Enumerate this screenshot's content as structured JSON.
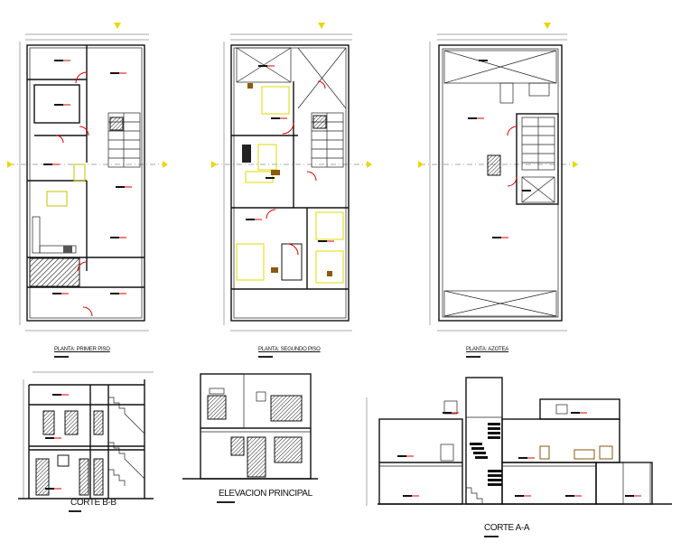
{
  "drawings": {
    "plan_first": {
      "title": "PLANTA: PRIMER PISO"
    },
    "plan_second": {
      "title": "PLANTA: SEGUNDO PISO"
    },
    "plan_roof": {
      "title": "PLANTA: AZOTEA"
    },
    "section_bb": {
      "title": "CORTE B-B"
    },
    "elevation": {
      "title": "ELEVACION PRINCIPAL"
    },
    "section_aa": {
      "title": "CORTE A-A"
    }
  },
  "colors": {
    "lines": "#111111",
    "accent_red": "#dd0000",
    "furniture_yellow": "#e8e000",
    "axis_marker": "#e8d800",
    "hatch": "#333333"
  }
}
